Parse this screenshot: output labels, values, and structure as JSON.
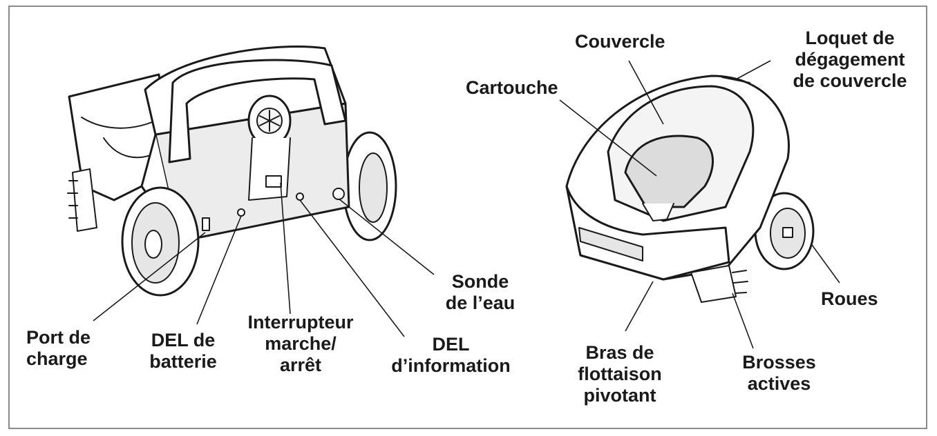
{
  "labels": {
    "port_de_charge": "Port de\ncharge",
    "del_de_batterie": "DEL de\nbatterie",
    "interrupteur": "Interrupteur\nmarche/\narrêt",
    "del_information": "DEL\nd’information",
    "sonde_eau": "Sonde\nde l’eau",
    "couvercle": "Couvercle",
    "loquet": "Loquet de\ndégagement\nde couvercle",
    "cartouche": "Cartouche",
    "roues": "Roues",
    "bras": "Bras de\nflottaison\npivotant",
    "brosses": "Brosses\nactives"
  },
  "colors": {
    "ink": "#1a1a1a",
    "shade": "#d9d9d9",
    "frame": "#8a8a8a"
  }
}
